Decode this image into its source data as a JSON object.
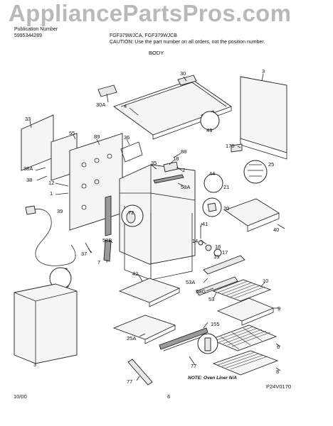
{
  "watermark": "AppliancePartsPros.com",
  "header": {
    "publication_label": "Publication Number",
    "publication_number": "5995344289",
    "models": "FGF379WJCA, FGF379WJCB",
    "caution": "CAUTION: Use the part number on all orders, not the position number."
  },
  "section_title": "BODY",
  "note": "NOTE: Oven Liner N/A",
  "footer": {
    "date": "10/00",
    "page": "6",
    "code": "P24V0170"
  },
  "callouts": [
    "30",
    "3",
    "30A",
    "4",
    "49",
    "33",
    "55",
    "89",
    "36",
    "88",
    "18",
    "2",
    "170",
    "25",
    "38A",
    "38",
    "35",
    "44",
    "12",
    "1",
    "58A",
    "21",
    "39",
    "72",
    "20",
    "40",
    "41",
    "58B",
    "14",
    "16",
    "37",
    "7",
    "17",
    "15",
    "42",
    "53A",
    "10",
    "58G",
    "53",
    "9",
    "25A",
    "155",
    "6",
    "77",
    "8"
  ]
}
